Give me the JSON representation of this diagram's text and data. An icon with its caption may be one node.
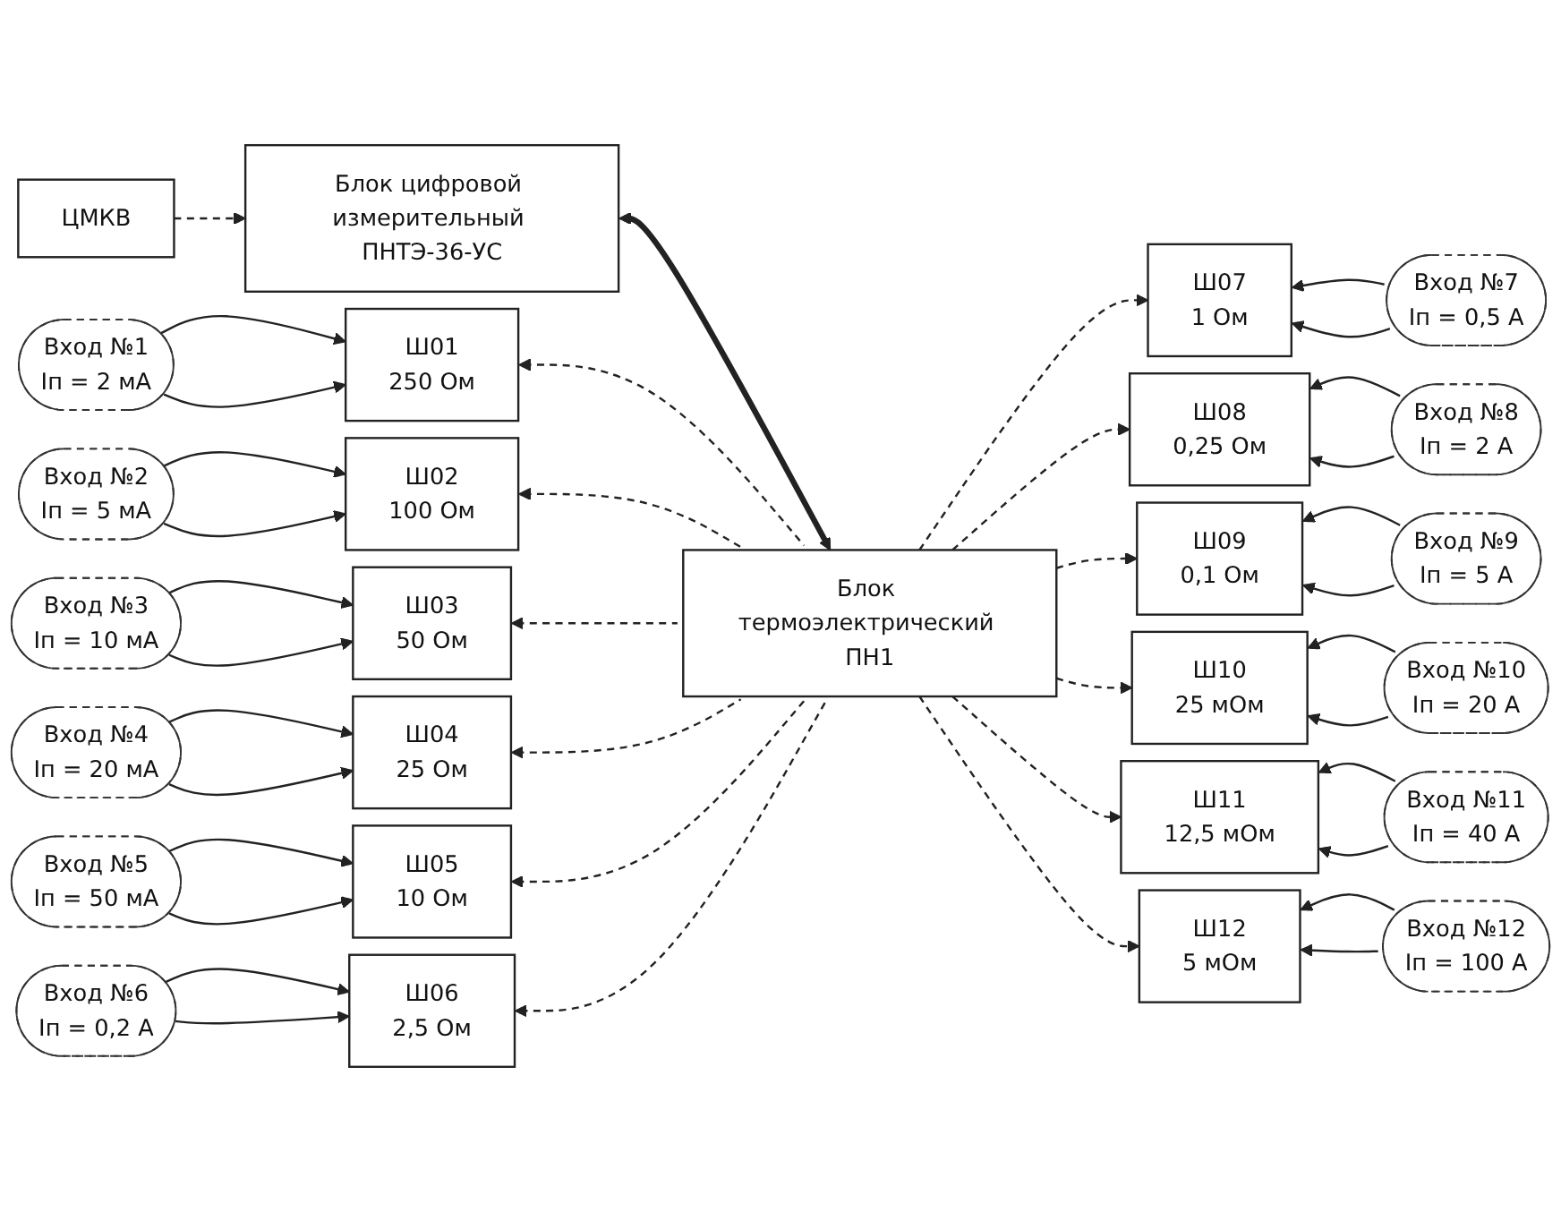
{
  "diagram": {
    "nodes": [
      {
        "text": [
          "ЦМКВ"
        ]
      },
      {
        "text": [
          "Блок цифровой измерительный ПНТЭ-36-УС"
        ]
      },
      {
        "text": [
          "Блок термоэлектрический ПН1"
        ]
      },
      {
        "text": [
          "Вход №1",
          "Iп = 2 мА"
        ]
      },
      {
        "text": [
          "Ш01",
          "250 Ом"
        ]
      },
      {
        "text": [
          "Ш07",
          "1 Ом"
        ]
      },
      {
        "text": [
          "Вход №7",
          "Iп = 0,5 А"
        ]
      },
      {
        "text": [
          "Вход №2",
          "Iп = 5 мА"
        ]
      },
      {
        "text": [
          "Ш02",
          "100 Ом"
        ]
      },
      {
        "text": [
          "Ш08",
          "0,25 Ом"
        ]
      },
      {
        "text": [
          "Вход №8",
          "Iп = 2 А"
        ]
      },
      {
        "text": [
          "Вход №3",
          "Iп = 10 мА"
        ]
      },
      {
        "text": [
          "Ш03",
          "50 Ом"
        ]
      },
      {
        "text": [
          "Ш09",
          "0,1 Ом"
        ]
      },
      {
        "text": [
          "Вход №9",
          "Iп = 5 А"
        ]
      },
      {
        "text": [
          "Вход №4",
          "Iп = 20 мА"
        ]
      },
      {
        "text": [
          "Ш04",
          "25 Ом"
        ]
      },
      {
        "text": [
          "Ш10",
          "25 мОм"
        ]
      },
      {
        "text": [
          "Вход №10",
          "Iп = 20 А"
        ]
      },
      {
        "text": [
          "Вход №5",
          "Iп = 50 мА"
        ]
      },
      {
        "text": [
          "Ш05",
          "10 Ом"
        ]
      },
      {
        "text": [
          "Ш11",
          "12,5 мОм"
        ]
      },
      {
        "text": [
          "Вход №11",
          "Iп = 40 А"
        ]
      },
      {
        "text": [
          "Вход №6",
          "Iп = 0,2 А"
        ]
      },
      {
        "text": [
          "Ш06",
          "2,5 Ом"
        ]
      },
      {
        "text": [
          "Ш12",
          "5 мОм"
        ]
      },
      {
        "text": [
          "Вход №12",
          "Iп = 100 А"
        ]
      }
    ],
    "edges": [
      {
        "from": 0,
        "to": 1,
        "arrow": "to",
        "style": "dashed"
      },
      {
        "from": 1,
        "to": 2,
        "arrow": "both",
        "style": "thick"
      },
      {
        "from": 2,
        "to": 4,
        "arrow": "to",
        "style": "dashed"
      },
      {
        "from": 2,
        "to": 5,
        "arrow": "to",
        "style": "dashed"
      },
      {
        "from": 2,
        "to": 8,
        "arrow": "to",
        "style": "dashed"
      },
      {
        "from": 2,
        "to": 9,
        "arrow": "to",
        "style": "dashed"
      },
      {
        "from": 2,
        "to": 12,
        "arrow": "to",
        "style": "dashed"
      },
      {
        "from": 2,
        "to": 13,
        "arrow": "to",
        "style": "dashed"
      },
      {
        "from": 2,
        "to": 16,
        "arrow": "to",
        "style": "dashed"
      },
      {
        "from": 2,
        "to": 17,
        "arrow": "to",
        "style": "dashed"
      },
      {
        "from": 2,
        "to": 20,
        "arrow": "to",
        "style": "dashed"
      },
      {
        "from": 2,
        "to": 21,
        "arrow": "to",
        "style": "dashed"
      },
      {
        "from": 2,
        "to": 24,
        "arrow": "to",
        "style": "dashed"
      },
      {
        "from": 2,
        "to": 25,
        "arrow": "to",
        "style": "dashed"
      },
      {
        "from": 3,
        "to": 4,
        "arrow": "to"
      },
      {
        "from": 3,
        "to": 4,
        "arrow": "to"
      },
      {
        "from": 6,
        "to": 5,
        "arrow": "to"
      },
      {
        "from": 6,
        "to": 5,
        "arrow": "to"
      },
      {
        "from": 7,
        "to": 8,
        "arrow": "to"
      },
      {
        "from": 7,
        "to": 8,
        "arrow": "to"
      },
      {
        "from": 10,
        "to": 9,
        "arrow": "to"
      },
      {
        "from": 10,
        "to": 9,
        "arrow": "to"
      },
      {
        "from": 11,
        "to": 12,
        "arrow": "to"
      },
      {
        "from": 11,
        "to": 12,
        "arrow": "to"
      },
      {
        "from": 14,
        "to": 13,
        "arrow": "to"
      },
      {
        "from": 14,
        "to": 13,
        "arrow": "to"
      },
      {
        "from": 15,
        "to": 16,
        "arrow": "to"
      },
      {
        "from": 15,
        "to": 16,
        "arrow": "to"
      },
      {
        "from": 18,
        "to": 17,
        "arrow": "to"
      },
      {
        "from": 18,
        "to": 17,
        "arrow": "to"
      },
      {
        "from": 19,
        "to": 20,
        "arrow": "to"
      },
      {
        "from": 19,
        "to": 20,
        "arrow": "to"
      },
      {
        "from": 22,
        "to": 21,
        "arrow": "to"
      },
      {
        "from": 22,
        "to": 21,
        "arrow": "to"
      },
      {
        "from": 23,
        "to": 24,
        "arrow": "to"
      },
      {
        "from": 23,
        "to": 24,
        "arrow": "to"
      },
      {
        "from": 26,
        "to": 25,
        "arrow": "to"
      },
      {
        "from": 26,
        "to": 25,
        "arrow": "to"
      }
    ]
  }
}
